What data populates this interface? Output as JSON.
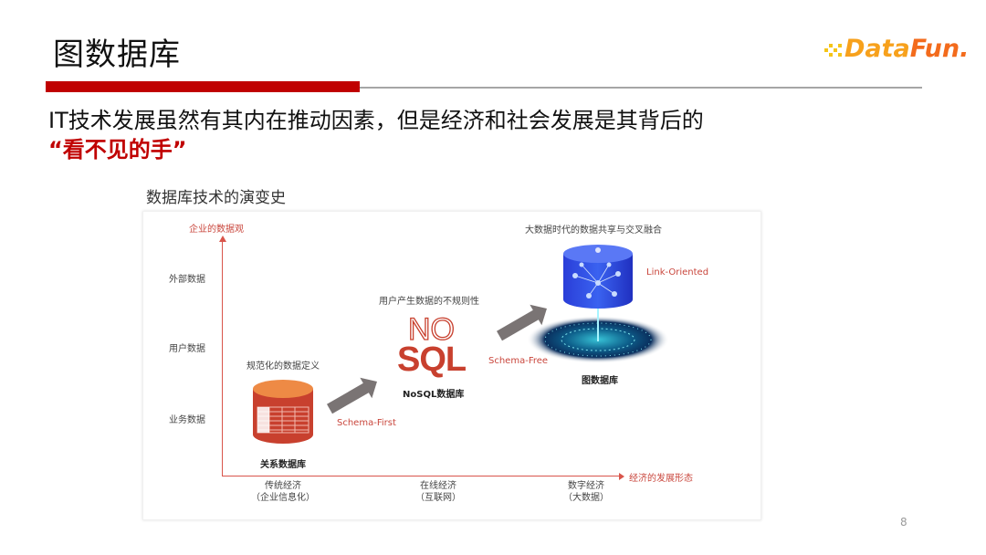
{
  "slide": {
    "title": "图数据库",
    "logo": {
      "dn": "Data",
      "fun": "Fun.",
      "prefix": "D"
    },
    "lead_text": "IT技术发展虽然有其内在推动因素，但是经济和社会发展是其背后的",
    "lead_highlight": "“看不见的手”",
    "page_number": "8",
    "colors": {
      "accent": "#c00000",
      "logo_orange": "#f7a11c",
      "divider": "#a6a6a6"
    }
  },
  "figure": {
    "caption": "数据库技术的演变史",
    "y_axis_label": "企业的数据观",
    "x_axis_label": "经济的发展形态",
    "y_levels": [
      "外部数据",
      "用户数据",
      "业务数据"
    ],
    "x_stages": [
      {
        "line1": "传统经济",
        "line2": "（企业信息化）"
      },
      {
        "line1": "在线经济",
        "line2": "（互联网）"
      },
      {
        "line1": "数字经济",
        "line2": "（大数据）"
      }
    ],
    "nodes": [
      {
        "desc": "规范化的数据定义",
        "name": "关系数据库",
        "transition": "Schema-First"
      },
      {
        "desc": "用户产生数据的不规则性",
        "name": "NoSQL数据库",
        "logo_top": "NO",
        "logo_bottom": "SQL",
        "transition": "Schema-Free"
      },
      {
        "desc": "大数据时代的数据共享与交叉融合",
        "name": "图数据库",
        "tag": "Link-Oriented"
      }
    ]
  }
}
